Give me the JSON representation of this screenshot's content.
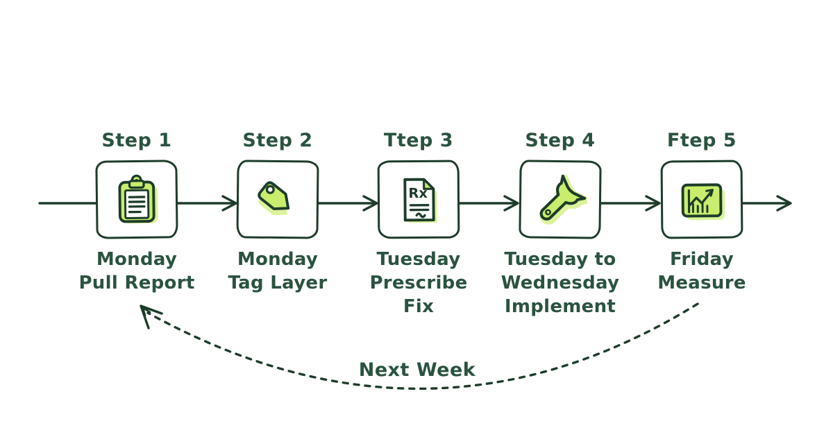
{
  "palette": {
    "ink": "#1d3c2a",
    "text_green": "#2a5340",
    "accent_green": "#c9ed6d",
    "accent_green_soft": "#dcf39b",
    "background": "#ffffff"
  },
  "flow": {
    "steps": [
      {
        "title": "Step 1",
        "caption": "Monday\nPull Report",
        "icon": "clipboard"
      },
      {
        "title": "Step 2",
        "caption": "Monday\nTag Layer",
        "icon": "price-tag"
      },
      {
        "title": "Ttep 3",
        "caption": "Tuesday\nPrescribe\nFix",
        "icon": "prescription-document",
        "icon_label": "Rx"
      },
      {
        "title": "Step 4",
        "caption": "Tuesday to\nWednesday\nImplement",
        "icon": "wrench"
      },
      {
        "title": "Ftep 5",
        "caption": "Friday\nMeasure",
        "icon": "line-bar-chart"
      }
    ],
    "loop_label": "Next Week"
  }
}
